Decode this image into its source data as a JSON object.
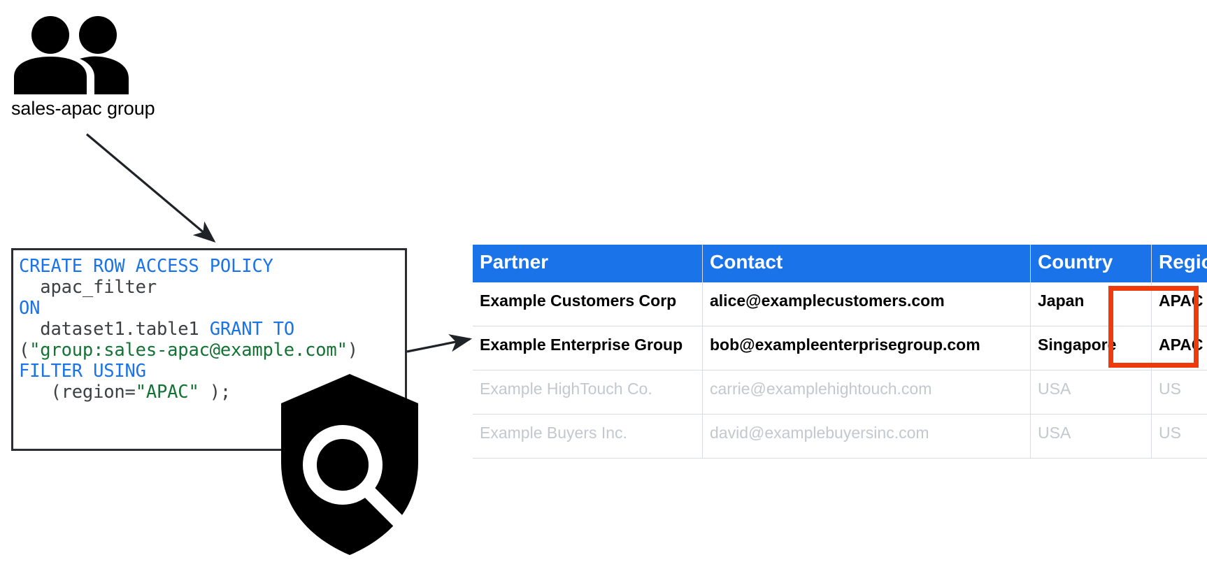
{
  "diagram": {
    "group_node": {
      "icon": "people-group-icon",
      "label": "sales-apac group"
    },
    "policy_node": {
      "icon": "shield-search-icon",
      "code_lines": [
        {
          "segments": [
            {
              "t": "CREATE ROW ACCESS POLICY",
              "c": "kw"
            }
          ]
        },
        {
          "segments": [
            {
              "t": "  apac_filter",
              "c": "pl"
            }
          ]
        },
        {
          "segments": [
            {
              "t": "ON",
              "c": "kw"
            }
          ]
        },
        {
          "segments": [
            {
              "t": "  dataset1.table1 ",
              "c": "pl"
            },
            {
              "t": "GRANT TO",
              "c": "kw"
            }
          ]
        },
        {
          "segments": [
            {
              "t": "(",
              "c": "pl"
            },
            {
              "t": "\"group:sales-apac@example.com\"",
              "c": "str"
            },
            {
              "t": ")",
              "c": "pl"
            }
          ]
        },
        {
          "segments": [
            {
              "t": "FILTER USING",
              "c": "kw"
            }
          ]
        },
        {
          "segments": [
            {
              "t": "   (region=",
              "c": "pl"
            },
            {
              "t": "\"APAC\"",
              "c": "str"
            },
            {
              "t": " );",
              "c": "pl"
            }
          ]
        }
      ],
      "code_plain": "CREATE ROW ACCESS POLICY\n  apac_filter\nON\n  dataset1.table1 GRANT TO\n(\"group:sales-apac@example.com\")\nFILTER USING\n   (region=\"APAC\" );"
    },
    "arrows": [
      {
        "name": "arrow-group-to-policy",
        "from": "sales-apac group",
        "to": "policy code block"
      },
      {
        "name": "arrow-policy-to-table",
        "from": "policy code block",
        "to": "partner table"
      }
    ]
  },
  "table": {
    "columns": [
      "Partner",
      "Contact",
      "Country",
      "Region"
    ],
    "rows": [
      {
        "state": "visible",
        "Partner": "Example Customers Corp",
        "Contact": "alice@examplecustomers.com",
        "Country": "Japan",
        "Region": "APAC"
      },
      {
        "state": "visible",
        "Partner": "Example Enterprise Group",
        "Contact": "bob@exampleenterprisegroup.com",
        "Country": "Singapore",
        "Region": "APAC"
      },
      {
        "state": "filtered-out",
        "Partner": "Example HighTouch Co.",
        "Contact": "carrie@examplehightouch.com",
        "Country": "USA",
        "Region": "US"
      },
      {
        "state": "filtered-out",
        "Partner": "Example Buyers Inc.",
        "Contact": "david@examplebuyersinc.com",
        "Country": "USA",
        "Region": "US"
      }
    ],
    "highlight": {
      "name": "region-apac-highlight",
      "covers": "Region column, rows 1-2",
      "value": "APAC"
    }
  },
  "colors": {
    "header_blue": "#1a73e8",
    "keyword_blue": "#1a73e8",
    "string_green": "#137333",
    "code_text": "#3c4043",
    "dim_text": "#c3c8ce",
    "highlight_red": "#ef3b0c",
    "border_grey": "#d8dce0",
    "box_border": "#2b2d33"
  }
}
